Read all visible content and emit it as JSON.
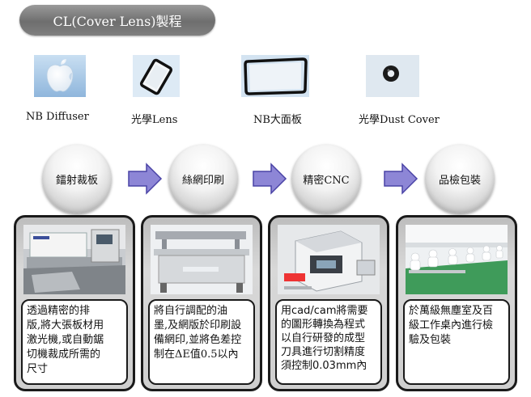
{
  "title": "CL(Cover Lens)製程",
  "products": [
    {
      "label": "NB Diffuser",
      "icon": "apple-logo-diffuser-icon"
    },
    {
      "label": "光學Lens",
      "icon": "phone-lens-icon"
    },
    {
      "label": "NB大面板",
      "icon": "nb-panel-frame-icon"
    },
    {
      "label": "光學Dust Cover",
      "icon": "dust-cover-ring-icon"
    }
  ],
  "steps": [
    {
      "label": "鐳射裁板"
    },
    {
      "label": "絲網印刷"
    },
    {
      "label": "精密CNC"
    },
    {
      "label": "品檢包裝"
    }
  ],
  "cards": [
    {
      "lines": [
        "透過精密的排",
        "版,將大張板材用",
        "激光機,或自動鋸",
        "切機裁成所需的",
        "尺寸"
      ]
    },
    {
      "lines": [
        "將自行調配的油",
        "墨,及網版於印刷設",
        "備網印,並將色差控",
        "制在ΔE值0.5以內"
      ]
    },
    {
      "lines": [
        "用cad/cam將需要",
        "的圖形轉換為程式",
        "以自行研發的成型",
        "刀具進行切割精度",
        "須控制0.03mm內"
      ]
    },
    {
      "lines": [
        "於萬級無塵室及百",
        "級工作桌內進行檢",
        "驗及包裝"
      ]
    }
  ],
  "colors": {
    "arrow": "#8d86d6",
    "arrow_stroke": "#4a43a6",
    "title_bg": "#7a7a7a",
    "card_border": "#1a1a1a"
  }
}
